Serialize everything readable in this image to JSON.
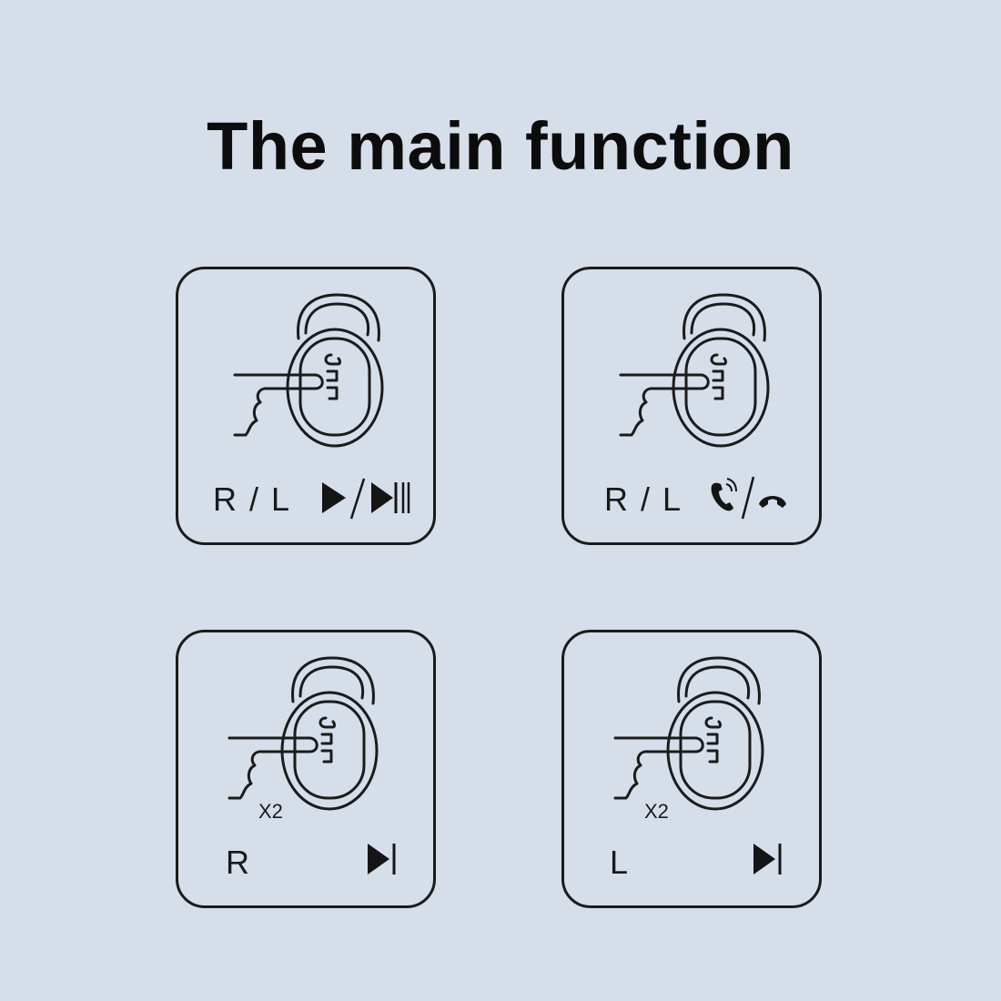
{
  "title": "The main function",
  "cards": [
    {
      "side": "R / L",
      "taps": "",
      "function_icon": "play-pause-icon"
    },
    {
      "side": "R / L",
      "taps": "",
      "function_icon": "answer-hangup-call-icon"
    },
    {
      "side": "R",
      "taps": "X2",
      "function_icon": "next-track-icon"
    },
    {
      "side": "L",
      "taps": "X2",
      "function_icon": "next-track-icon"
    }
  ],
  "colors": {
    "background": "#d6deea",
    "ink": "#1b1b1b"
  }
}
